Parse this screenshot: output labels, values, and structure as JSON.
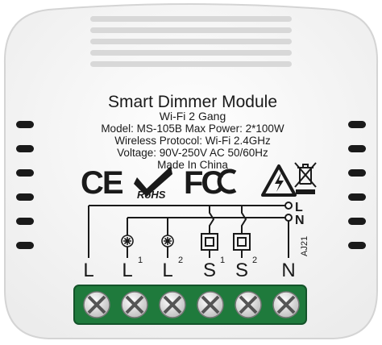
{
  "device": {
    "title": "Smart Dimmer Module",
    "subtitle": "Wi-Fi 2 Gang",
    "spec_lines": [
      "Model: MS-105B  Max Power: 2*100W",
      "Wireless Protocol: Wi-Fi 2.4GHz",
      "Voltage: 90V-250V AC 50/60Hz",
      "Made In China"
    ],
    "marks": {
      "ce": "CE",
      "rohs": "RoHS",
      "fcc": "FC"
    },
    "side_code": "AJ21",
    "input_labels": {
      "live": "L",
      "neutral": "N"
    },
    "terminals": [
      {
        "label": "L",
        "sub": ""
      },
      {
        "label": "L",
        "sub": "1"
      },
      {
        "label": "L",
        "sub": "2"
      },
      {
        "label": "S",
        "sub": "1"
      },
      {
        "label": "S",
        "sub": "2"
      },
      {
        "label": "N",
        "sub": ""
      }
    ],
    "colors": {
      "body": "#f4f4f4",
      "edge": "#d9d9d9",
      "ink": "#1a1a1a",
      "terminal_block": "#1f7a3c",
      "screw": "#e7e7e7"
    }
  }
}
